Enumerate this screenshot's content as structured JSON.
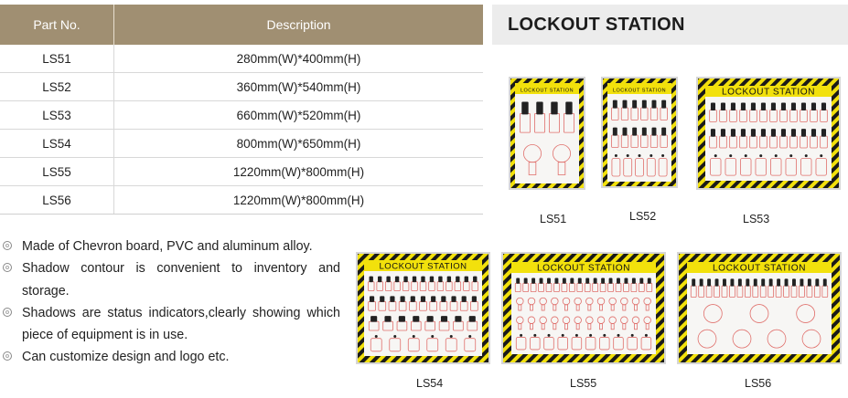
{
  "table": {
    "headers": {
      "part": "Part No.",
      "description": "Description"
    },
    "rows": [
      {
        "part": "LS51",
        "description": "280mm(W)*400mm(H)"
      },
      {
        "part": "LS52",
        "description": "360mm(W)*540mm(H)"
      },
      {
        "part": "LS53",
        "description": "660mm(W)*520mm(H)"
      },
      {
        "part": "LS54",
        "description": "800mm(W)*650mm(H)"
      },
      {
        "part": "LS55",
        "description": "1220mm(W)*800mm(H)"
      },
      {
        "part": "LS56",
        "description": "1220mm(W)*800mm(H)"
      }
    ]
  },
  "header": {
    "title": "LOCKOUT STATION"
  },
  "features": [
    "Made of Chevron board, PVC and aluminum alloy.",
    "Shadow contour is convenient to inventory and storage.",
    "Shadows are status indicators,clearly showing which piece of equipment is in use.",
    "Can customize design and logo etc."
  ],
  "boards": [
    {
      "id": "ls51",
      "label": "LS51",
      "sign": "LOCKOUT STATION"
    },
    {
      "id": "ls52",
      "label": "LS52",
      "sign": "LOCKOUT STATION"
    },
    {
      "id": "ls53",
      "label": "LS53",
      "sign": "LOCKOUT STATION"
    },
    {
      "id": "ls54",
      "label": "LS54",
      "sign": "LOCKOUT STATION"
    },
    {
      "id": "ls55",
      "label": "LS55",
      "sign": "LOCKOUT STATION"
    },
    {
      "id": "ls56",
      "label": "LS56",
      "sign": "LOCKOUT STATION"
    }
  ],
  "colors": {
    "table_header": "#a08f72",
    "chevron_yellow": "#f2e10c",
    "chevron_black": "#1a1a1a",
    "shadow_red": "#e0706c"
  }
}
